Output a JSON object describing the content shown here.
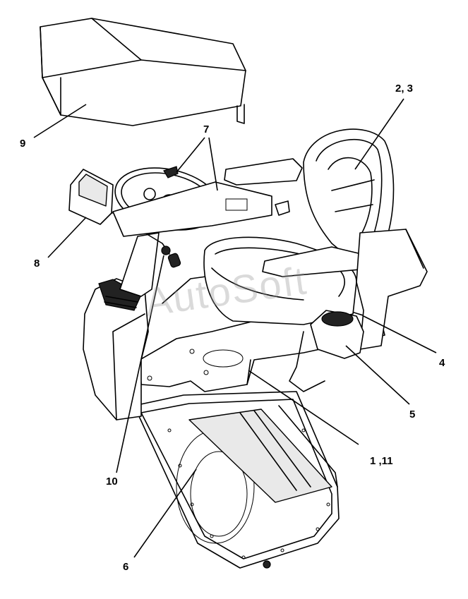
{
  "callouts": {
    "c1": "1 ,11",
    "c23": "2, 3",
    "c4": "4",
    "c5": "5",
    "c6": "6",
    "c7": "7",
    "c8": "8",
    "c9": "9",
    "c10": "10"
  },
  "watermark": "AutoSoft"
}
